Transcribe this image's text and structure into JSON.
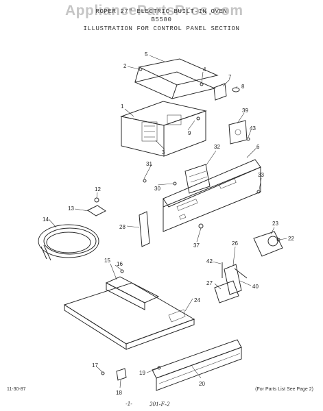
{
  "watermark": "AppliancePartsPros.com",
  "header": {
    "line1": "ROPER 27\" ELECTRIC BUILT-IN OVEN",
    "line2": "B5580",
    "line3": "ILLUSTRATION FOR CONTROL PANEL SECTION"
  },
  "footer": {
    "date": "11-30-87",
    "page": "-1-",
    "note": "(For Parts List See Page 2)",
    "code": "201-F-2"
  },
  "part_labels": {
    "p1": "1",
    "p2": "2",
    "p3": "3",
    "p4": "4",
    "p5": "5",
    "p6": "6",
    "p7": "7",
    "p8": "8",
    "p9": "9",
    "p12": "12",
    "p13": "13",
    "p14": "14",
    "p15": "15",
    "p16": "16",
    "p17": "17",
    "p18": "18",
    "p19": "19",
    "p20": "20",
    "p22": "22",
    "p23": "23",
    "p24": "24",
    "p26": "26",
    "p27": "27",
    "p28": "28",
    "p30": "30",
    "p31": "31",
    "p32": "32",
    "p33": "33",
    "p37": "37",
    "p39": "39",
    "p40": "40",
    "p42": "42",
    "p43": "43"
  }
}
